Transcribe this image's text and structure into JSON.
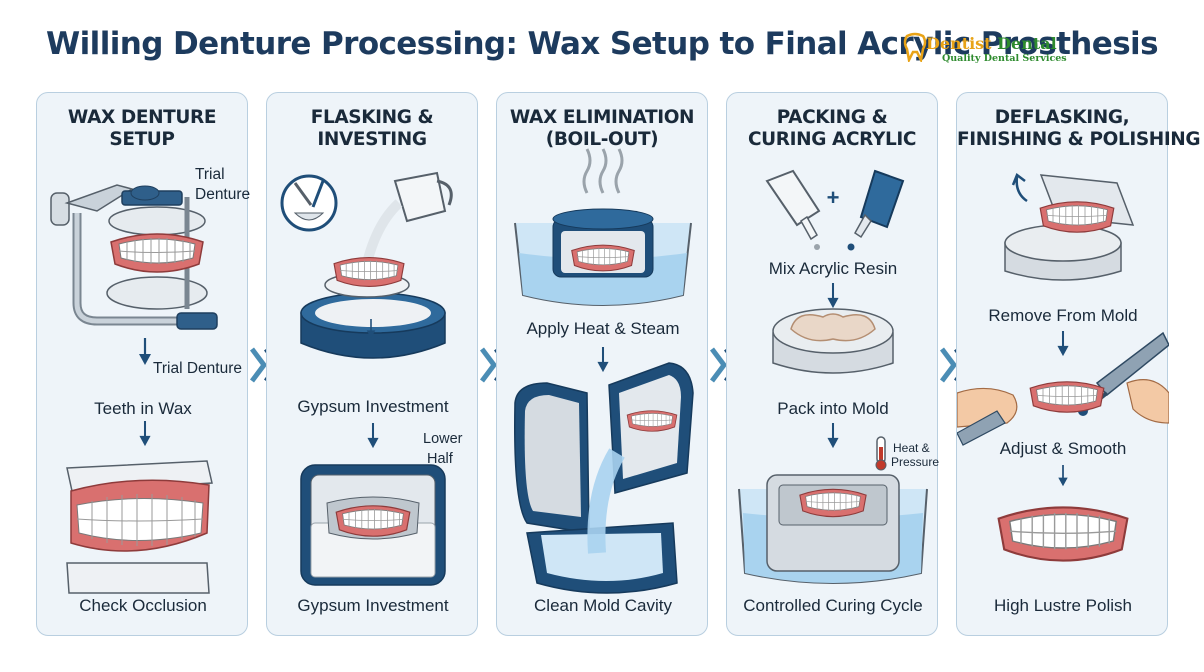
{
  "title": "Willing Denture Processing: Wax Setup to Final Acrylic Prosthesis",
  "logo": {
    "name_part1": "Dentist",
    "name_part2": "Dental",
    "tagline": "Quality Dental Services"
  },
  "panels": [
    {
      "title_line1": "WAX DENTURE",
      "title_line2": "SETUP",
      "labels": {
        "trial_denture_top_line1": "Trial",
        "trial_denture_top_line2": "Denture",
        "trial_denture": "Trial Denture",
        "teeth_in_wax": "Teeth in Wax",
        "check_occlusion": "Check Occlusion"
      }
    },
    {
      "title_line1": "FLASKING &",
      "title_line2": "INVESTING",
      "labels": {
        "gypsum_investment_mid": "Gypsum Investment",
        "lower_half_line1": "Lower",
        "lower_half_line2": "Half",
        "gypsum_investment_bottom": "Gypsum Investment"
      }
    },
    {
      "title_line1": "WAX ELIMINATION",
      "title_line2": "(BOIL-OUT)",
      "labels": {
        "apply_heat_steam": "Apply Heat & Steam",
        "clean_mold_cavity": "Clean Mold Cavity"
      }
    },
    {
      "title_line1": "PACKING &",
      "title_line2": "CURING ACRYLIC",
      "labels": {
        "plus_sign": "+",
        "mix_acrylic_resin": "Mix Acrylic Resin",
        "pack_into_mold": "Pack into Mold",
        "heat_pressure_line1": "Heat &",
        "heat_pressure_line2": "Pressure",
        "controlled_curing_cycle": "Controlled Curing Cycle"
      }
    },
    {
      "title_line1": "DEFLASKING,",
      "title_line2": "FINISHING & POLISHING",
      "labels": {
        "remove_from_mold": "Remove From Mold",
        "adjust_smooth": "Adjust & Smooth",
        "high_lustre_polish": "High Lustre Polish"
      }
    }
  ],
  "colors": {
    "title": "#1d3b5e",
    "panel_bg": "#eef4f9",
    "panel_border": "#b9cfe0",
    "flask_blue": "#1f4e79",
    "gum_pink": "#d9706f",
    "water_blue": "#a9d3ef",
    "arrow": "#1f4e79",
    "chevron": "#3d7fa6"
  },
  "icons": [
    "articulator-icon",
    "mixing-bowl-icon",
    "measuring-jug-icon",
    "denture-icon",
    "flask-icon",
    "steam-icon",
    "water-bath-icon",
    "monomer-bottle-icon",
    "polymer-bottle-icon",
    "thermometer-icon",
    "polishing-handpiece-icon",
    "chevron-right-icon",
    "arrow-down-icon"
  ]
}
